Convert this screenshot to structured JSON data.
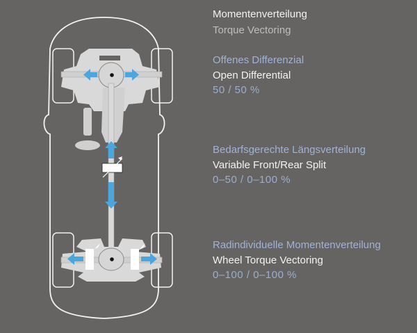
{
  "title": {
    "de": "Momentenverteilung",
    "en": "Torque Vectoring"
  },
  "sections": [
    {
      "de": "Offenes Differenzial",
      "en": "Open Differential",
      "value": "50 / 50 %"
    },
    {
      "de": "Bedarfsgerechte Längsverteilung",
      "en": "Variable Front/Rear Split",
      "value": "0–50 / 0–100 %"
    },
    {
      "de": "Radindividuelle Momentenverteilung",
      "en": "Wheel Torque Vectoring",
      "value": "0–100 / 0–100 %"
    }
  ],
  "colors": {
    "background": "#656462",
    "chassis": "#d9d9d9",
    "arrow": "#4aa6dd",
    "outline": "#f2f2f2",
    "heading_blue": "#9eb3d6"
  },
  "diagram": {
    "icons": [
      "car-outline",
      "front-axle",
      "rear-axle",
      "center-coupling",
      "torque-arrow",
      "steering-wheel"
    ]
  }
}
